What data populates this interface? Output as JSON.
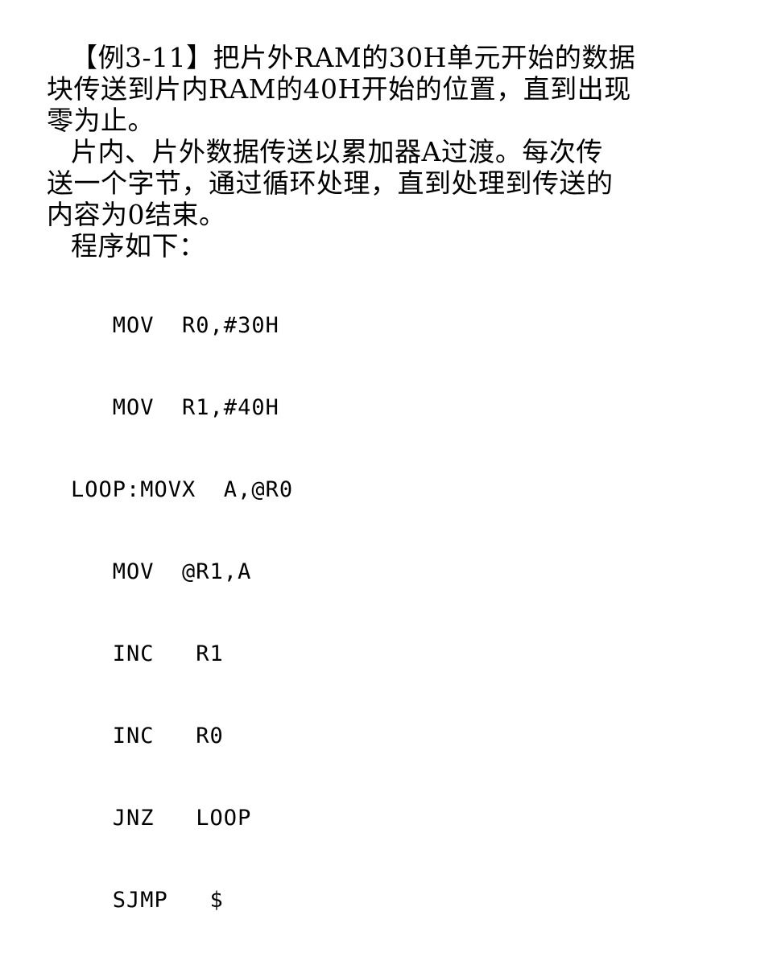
{
  "slide": {
    "title_lines": [
      "【例3-11】把片外RAM的30H单元开始的数据",
      "块传送到片内RAM的40H开始的位置，直到出现",
      "零为止。"
    ],
    "explanation_lines": [
      "片内、片外数据传送以累加器A过渡。每次传",
      "送一个字节，通过循环处理，直到处理到传送的",
      "内容为0结束。"
    ],
    "program_intro": "程序如下：",
    "code_lines": [
      "   MOV  R0,#30H",
      "   MOV  R1,#40H",
      "LOOP:MOVX  A,@R0",
      "   MOV  @R1,A",
      "   INC   R1",
      "   INC   R0",
      "   JNZ   LOOP",
      "   SJMP   $"
    ]
  }
}
